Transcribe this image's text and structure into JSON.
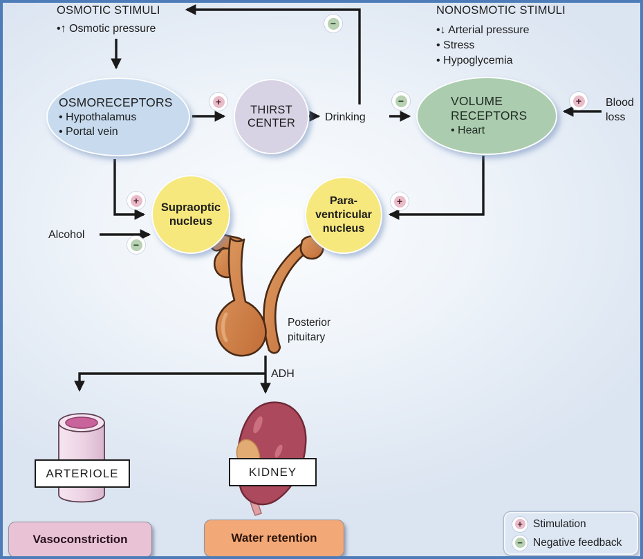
{
  "frame": {
    "border_color": "#4d7cb8",
    "background": "#e4ebf5"
  },
  "osmotic_stimuli": {
    "heading": "OSMOTIC STIMULI",
    "bullets": [
      "•↑ Osmotic pressure"
    ]
  },
  "nonosmotic_stimuli": {
    "heading": "NONOSMOTIC STIMULI",
    "bullets": [
      "•↓ Arterial pressure",
      "• Stress",
      "• Hypoglycemia"
    ]
  },
  "nodes": {
    "osmoreceptors": {
      "title": "OSMORECEPTORS",
      "bullets": [
        "• Hypothalamus",
        "• Portal vein"
      ],
      "fill": "#c7daee"
    },
    "thirst_center": {
      "lines": [
        "THIRST",
        "CENTER"
      ],
      "fill": "#d8d2e5"
    },
    "volume_receptors": {
      "lines": [
        "VOLUME",
        "RECEPTORS"
      ],
      "bullets": [
        "• Heart"
      ],
      "fill": "#abccae"
    },
    "supraoptic_nucleus": {
      "lines": [
        "Supraoptic",
        "nucleus"
      ],
      "fill": "#f7e87d"
    },
    "paraventricular_nucleus": {
      "lines": [
        "Para-",
        "ventricular",
        "nucleus"
      ],
      "fill": "#f7e87d"
    }
  },
  "labels": {
    "drinking": "Drinking",
    "blood_loss": [
      "Blood",
      "loss"
    ],
    "alcohol": "Alcohol",
    "posterior_pituitary": [
      "Posterior",
      "pituitary"
    ],
    "adh": "ADH"
  },
  "organ_labels": {
    "arteriole": "ARTERIOLE",
    "kidney": "KIDNEY"
  },
  "outcomes": {
    "vasoconstriction": {
      "label": "Vasoconstriction",
      "fill": "#e9c2d5"
    },
    "water_retention": {
      "label": "Water retention",
      "fill": "#f3a877"
    }
  },
  "legend": {
    "items": [
      {
        "symbol": "+",
        "label": "Stimulation",
        "color": "#e9bcca"
      },
      {
        "symbol": "−",
        "label": "Negative feedback",
        "color": "#b7d1b2"
      }
    ]
  },
  "symbols": {
    "plus": "+",
    "minus": "−"
  }
}
